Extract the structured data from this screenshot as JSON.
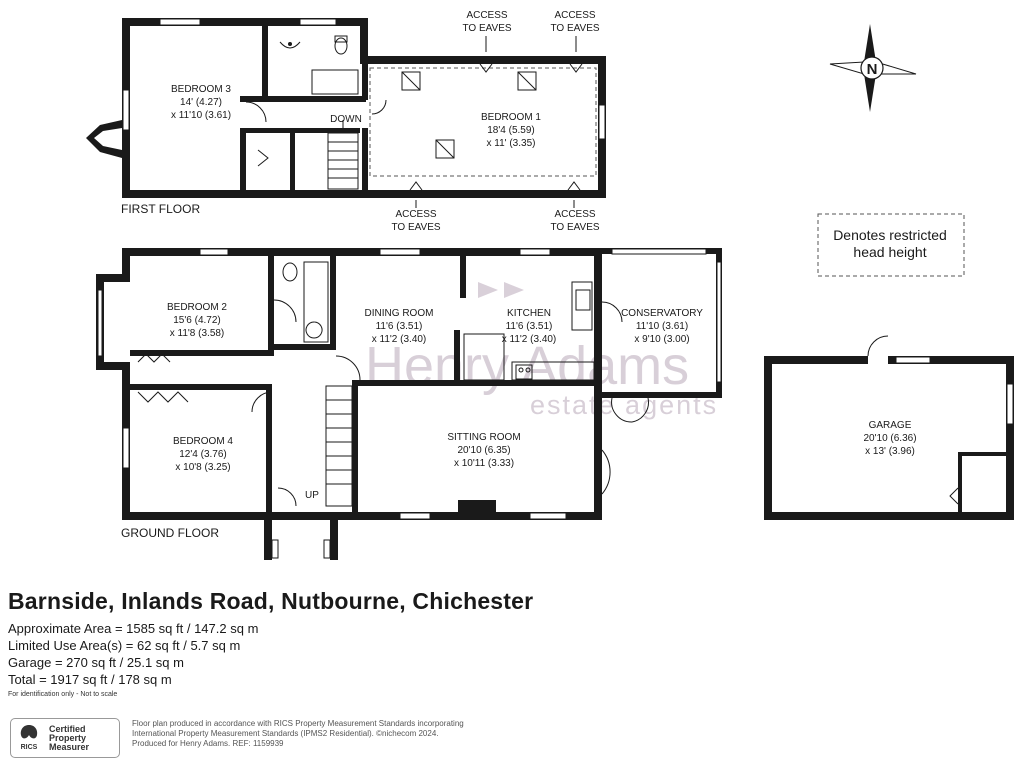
{
  "floors": {
    "first": "FIRST FLOOR",
    "ground": "GROUND FLOOR"
  },
  "rooms": {
    "bedroom3": {
      "name": "BEDROOM 3",
      "dim1": "14' (4.27)",
      "dim2": "x 11'10 (3.61)"
    },
    "bedroom1": {
      "name": "BEDROOM 1",
      "dim1": "18'4 (5.59)",
      "dim2": "x 11' (3.35)"
    },
    "bedroom2": {
      "name": "BEDROOM 2",
      "dim1": "15'6 (4.72)",
      "dim2": "x 11'8 (3.58)"
    },
    "bedroom4": {
      "name": "BEDROOM 4",
      "dim1": "12'4 (3.76)",
      "dim2": "x 10'8 (3.25)"
    },
    "dining": {
      "name": "DINING ROOM",
      "dim1": "11'6 (3.51)",
      "dim2": "x 11'2 (3.40)"
    },
    "kitchen": {
      "name": "KITCHEN",
      "dim1": "11'6 (3.51)",
      "dim2": "x 11'2 (3.40)"
    },
    "conservatory": {
      "name": "CONSERVATORY",
      "dim1": "11'10 (3.61)",
      "dim2": "x 9'10 (3.00)"
    },
    "sitting": {
      "name": "SITTING ROOM",
      "dim1": "20'10 (6.35)",
      "dim2": "x 10'11 (3.33)"
    },
    "garage": {
      "name": "GARAGE",
      "dim1": "20'10 (6.36)",
      "dim2": "x 13' (3.96)"
    }
  },
  "labels": {
    "down": "DOWN",
    "up": "UP",
    "access": "ACCESS",
    "to_eaves": "TO EAVES",
    "north": "N",
    "legend_line1": "Denotes restricted",
    "legend_line2": "head height"
  },
  "watermark": {
    "brand": "Henry Adams",
    "sub": "estate agents",
    "color": "#b9a9b9"
  },
  "property": {
    "title": "Barnside, Inlands Road, Nutbourne, Chichester",
    "approx_area": "Approximate Area = 1585 sq ft / 147.2 sq m",
    "limited_area": "Limited Use Area(s) = 62 sq ft / 5.7 sq m",
    "garage_area": "Garage = 270 sq ft / 25.1 sq m",
    "total_area": "Total = 1917 sq ft / 178 sq m",
    "disclaimer": "For identification only - Not to scale"
  },
  "rics": {
    "line1": "Certified",
    "line2": "Property",
    "line3": "Measurer",
    "acronym": "RICS"
  },
  "footer": {
    "line1": "Floor plan produced in accordance with RICS Property Measurement Standards incorporating",
    "line2": "International Property Measurement Standards (IPMS2 Residential).  ©nichecom 2024.",
    "line3": "Produced for Henry Adams.   REF: 1159939"
  },
  "colors": {
    "wall": "#1a1a1a",
    "text": "#1a1a1a"
  }
}
